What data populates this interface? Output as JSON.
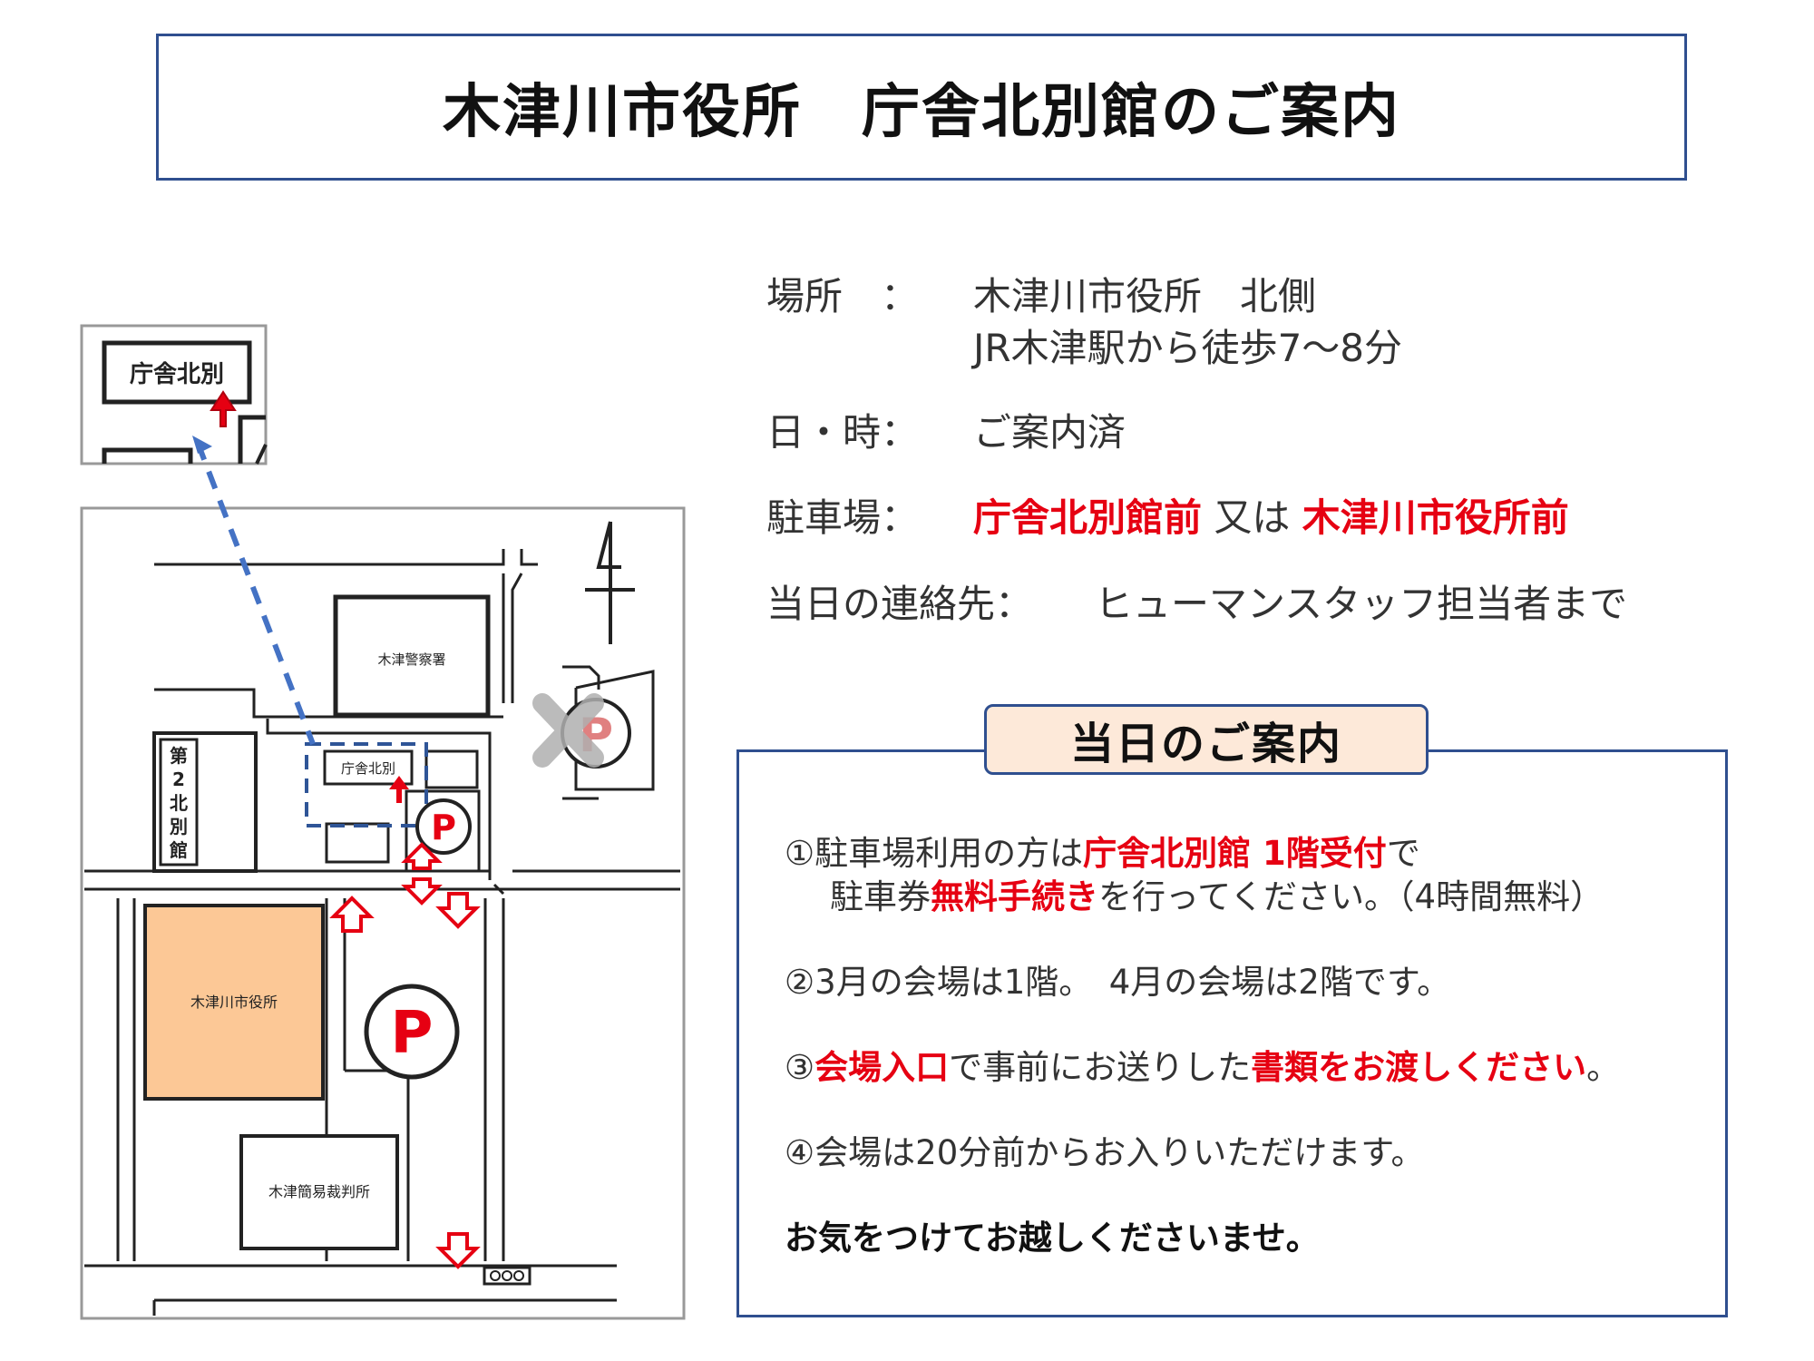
{
  "title": "木津川市役所　庁舎北別館のご案内",
  "info": {
    "location_label": "場所　：",
    "location_line1": "木津川市役所　北側",
    "location_line2": "JR木津駅から徒歩7～8分",
    "datetime_label": "日・時：",
    "datetime_value": "ご案内済",
    "parking_label": "駐車場：",
    "parking_a": "庁舎北別館前",
    "parking_or": " 又は ",
    "parking_b": "木津川市役所前",
    "contact_label": "当日の連絡先：",
    "contact_value": "ヒューマンスタッフ担当者まで"
  },
  "guide": {
    "heading": "当日のご案内",
    "item1_a": "①駐車場利用の方は",
    "item1_b": "庁舎北別館 1階受付",
    "item1_c": "で",
    "item1_d": "駐車券",
    "item1_e": "無料手続き",
    "item1_f": "を行ってください。（4時間無料）",
    "item2": "②3月の会場は1階。　4月の会場は2階です。",
    "item3_a": "③",
    "item3_b": "会場入口",
    "item3_c": "で事前にお送りした",
    "item3_d": "書類をお渡しください",
    "item3_e": "。",
    "item4": "④会場は20分前からお入りいただけます。",
    "closing": "お気をつけてお越しくださいませ。"
  },
  "map": {
    "inset_label": "庁舎北別",
    "police": "木津警察署",
    "annex_small": "庁舎北別",
    "second_annex": [
      "第",
      "2",
      "北",
      "別",
      "館"
    ],
    "city_hall": "木津川市役所",
    "court": "木津簡易裁判所",
    "parking_symbol": "P"
  },
  "colors": {
    "frame_blue": "#2f4f8f",
    "accent_red": "#e60012",
    "city_hall_fill": "#fcc896",
    "tab_fill": "#fde9d9",
    "dash_blue": "#4472c4"
  }
}
